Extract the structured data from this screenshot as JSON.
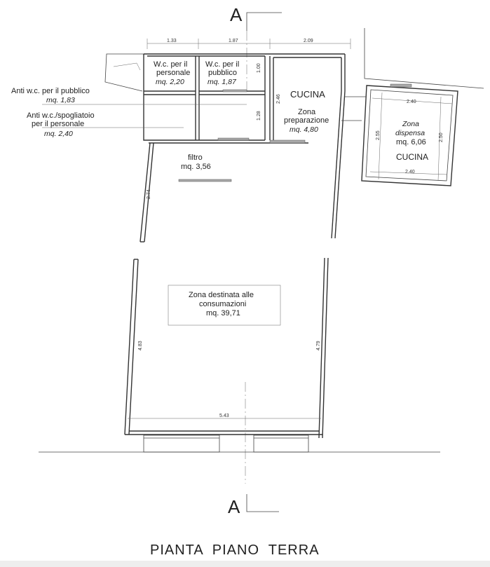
{
  "section_marks": {
    "top": "A",
    "bottom": "A"
  },
  "dimensions": {
    "top_1": "1.33",
    "top_2": "1.87",
    "top_3": "2.09",
    "wc_pub_h": "1.00",
    "anti_pub_h": "1.28",
    "cucina_h": "2.46",
    "left_upper": "2.74",
    "left_lower": "4.83",
    "right_lower": "4.79",
    "bottom_width": "5.43",
    "disp_top": "2.40",
    "disp_bottom": "2.40",
    "disp_left": "2.55",
    "disp_right": "2.50"
  },
  "rooms": {
    "wc_personale": {
      "name_1": "W.c. per il",
      "name_2": "personale",
      "area": "mq. 2,20"
    },
    "wc_pubblico": {
      "name_1": "W.c. per il",
      "name_2": "pubblico",
      "area": "mq. 1,87"
    },
    "cucina": {
      "title": "CUCINA",
      "name_1": "Zona",
      "name_2": "preparazione",
      "area": "mq. 4,80"
    },
    "anti_pubblico": {
      "name": "Anti w.c. per il pubblico",
      "area": "mq. 1,83"
    },
    "anti_personale": {
      "name_1": "Anti w.c./spogliatoio",
      "name_2": "per il personale",
      "area": "mq. 2,40"
    },
    "filtro": {
      "name": "filtro",
      "area": "mq. 3,56"
    },
    "consumazioni": {
      "name_1": "Zona destinata alle",
      "name_2": "consumazioni",
      "area": "mq. 39,71"
    },
    "dispensa": {
      "name_1": "Zona",
      "name_2": "dispensa",
      "area": "mq. 6,06",
      "title": "CUCINA"
    }
  },
  "title": "PIANTA  PIANO  TERRA"
}
